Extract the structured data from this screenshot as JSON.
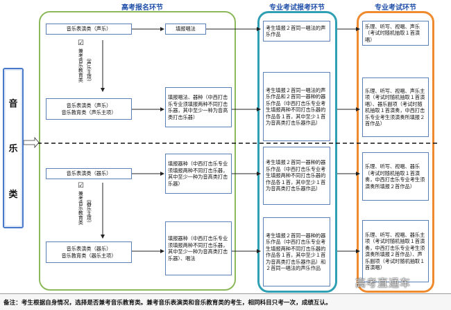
{
  "stages": {
    "registration": "高考报名环节",
    "provincial": "专业考试报考环节",
    "exam": "专业考试环节"
  },
  "music_category": [
    "音",
    "乐",
    "类"
  ],
  "upper": {
    "perf_vocal": "音乐表演类（声乐）",
    "fill_singing": "填报唱法",
    "dual_label": "兼考音乐教育类",
    "dual_sub": "（声乐主项）",
    "perf_edu_vocal": [
      "音乐表演类（声乐）",
      "音乐教育类（声乐主项）"
    ],
    "fill_singing_instrument": "填报唱法、器种（中西打击乐专业须填报两种不同打击乐器，其中至少一种为音高类打击乐器）",
    "prov_1": "考生填报２首同一唱法的声乐作品",
    "prov_2": "考生填报２首同一唱法的声乐作品和２首同一器种的器乐作品（中西打击乐专业考生填报两种不同打击乐器的作品各１首，其中至少１首为音高类打击乐器作品）",
    "exam_1": "乐理、听写、视唱、声乐（考试时随机抽取１首演唱）",
    "exam_2": "乐理、听写、视唱、声乐主项（考试时随机抽取１首演唱）、器乐副项（考试时随机抽取１首演奏，中西打击乐专业考生须演奏所填报２首作品）"
  },
  "lower": {
    "perf_instr": "音乐表演类（器乐）",
    "fill_instrument": "填报器种（中西打击乐专业须填报两种不同打击乐器，其中至少一种为音高类打击乐器）",
    "dual_label": "兼考音乐教育类",
    "dual_sub": "（器乐主项）",
    "perf_edu_instr": [
      "音乐表演类（器乐）",
      "音乐教育类（器乐主项）"
    ],
    "fill_instrument_singing": "填报器种（中西打击乐专业须填报两种不同打击乐器，其中至少一种为音高类打击乐器）、唱法",
    "prov_3": "考生填报２首同一器种的器乐作品（中西打击乐专业考生填报两种不同打击乐器的作品各１首，其中至少１首为音高类打击乐器作品）",
    "prov_4": "考生填报２首同一器种的器乐作品（中西打击乐专业考生填报两种不同打击乐器的作品各１首，其中至少１首为音高类打击乐器作品）和２首同一唱法的声乐作品",
    "exam_3": "乐理、听写、视唱、器乐（考试时随机抽取１首演奏，中西打击乐专业考生须演奏所填报２首作品）",
    "exam_4": "乐理、听写、视唱、器乐主项（考试时随机抽取１首演奏，中西打击乐专业考生须演奏所填报２首作品）、声乐副项（考试时随机抽取１首演唱）"
  },
  "check_mark": "☑",
  "note": "备注：考生根据自身情况，选择是否兼考音乐教育类。兼考音乐表演类和音乐教育类的考生，相同科目只考一次，成绩互认。",
  "watermark": "高考直通车",
  "colors": {
    "green": "#8bb85a",
    "teal": "#2f9fb3",
    "orange": "#ef8a2e",
    "box_border": "#5a7fb8",
    "stage_title": "#1f4ea8"
  }
}
